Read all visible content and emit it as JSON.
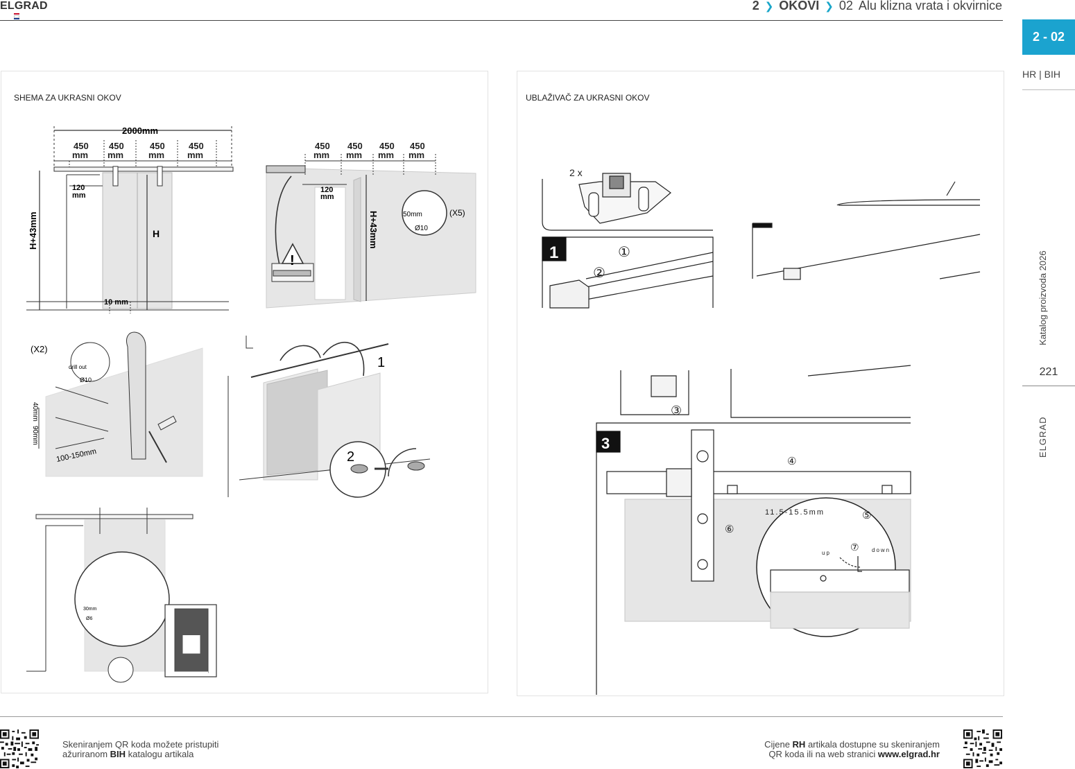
{
  "header": {
    "brand": "ELGRAD",
    "breadcrumb": {
      "chapter": "2",
      "section": "OKOVI",
      "sub_num": "02",
      "sub_title": "Alu klizna vrata i okvirnice"
    }
  },
  "sidebar": {
    "section_badge": "2 - 02",
    "language": "HR | BIH",
    "catalog": "Katalog proizvoda 2026",
    "page_number": "221",
    "brand": "ELGRAD"
  },
  "left_panel": {
    "title": "SHEMA ZA UKRASNI OKOV",
    "labels": {
      "total": "2000mm",
      "spacing": "450",
      "unit": "mm",
      "offset": "120",
      "height_h43": "H+43mm",
      "height_h": "H",
      "gap": "10 mm",
      "drill_50": "50mm",
      "drill_10": "Ø10",
      "x5": "(X5)",
      "x2": "(X2)",
      "drill_out": "drill out",
      "range_100_150": "100-150mm",
      "h40": "40mm",
      "h90": "90mm",
      "step1": "1",
      "step2": "2",
      "drill_30": "30mm",
      "drill_6": "Ø6"
    }
  },
  "right_panel": {
    "title": "UBLAŽIVAČ ZA UKRASNI OKOV",
    "labels": {
      "qty": "2 x",
      "step1": "1",
      "step3": "3",
      "gap_range": "11.5-15.5mm",
      "up": "up",
      "down": "down",
      "c1": "①",
      "c2": "②",
      "c3": "③",
      "c4": "④",
      "c5": "⑤",
      "c6": "⑥",
      "c7": "⑦"
    }
  },
  "footer": {
    "left_line1": "Skeniranjem QR koda možete pristupiti",
    "left_line2_pre": "ažuriranom ",
    "left_line2_bold": "BIH",
    "left_line2_post": " katalogu artikala",
    "right_line1_pre": "Cijene ",
    "right_line1_bold": "RH",
    "right_line1_post": " artikala dostupne su skeniranjem",
    "right_line2_pre": "QR koda ili na web stranici ",
    "right_line2_bold": "www.elgrad.hr"
  },
  "colors": {
    "accent": "#1ba3cf",
    "panel_gray": "#e6e6e6"
  }
}
